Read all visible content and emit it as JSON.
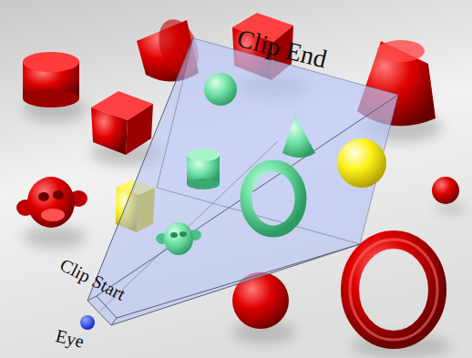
{
  "diagram": {
    "labels": [
      "Clip End",
      "Clip Start",
      "Eye"
    ]
  }
}
